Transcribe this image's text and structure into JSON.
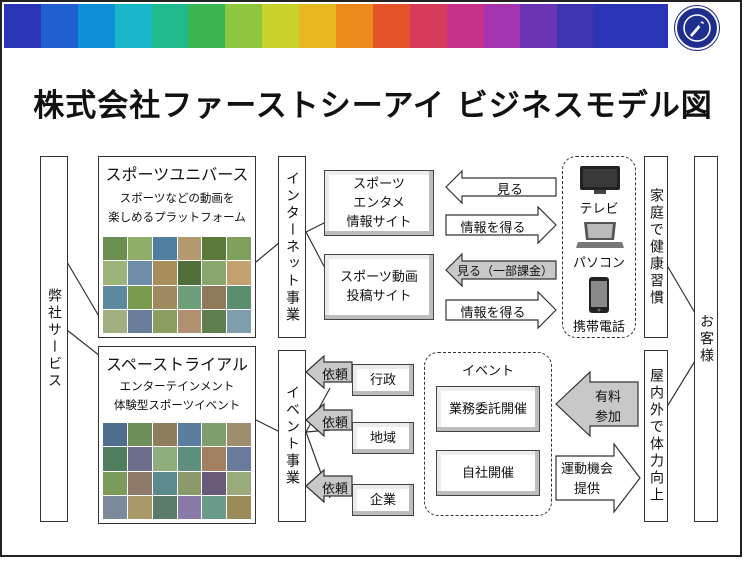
{
  "title": "株式会社ファーストシーアイ ビジネスモデル図",
  "colors": {
    "rainbow": [
      "#2a34b6",
      "#1f5fcf",
      "#0f8fd6",
      "#17b7c9",
      "#20b98c",
      "#3ab552",
      "#8dc63f",
      "#c9d22a",
      "#e7b81f",
      "#ec8a1c",
      "#e5532a",
      "#d63b5a",
      "#c8308a",
      "#a534b0",
      "#6b34b3",
      "#3d34b0",
      "#2a34b6",
      "#2a34b6"
    ],
    "brand": "#1e2e8c",
    "arrow_gray": "#c8c8c8"
  },
  "left_label": "弊社サービス",
  "right_label": "お客様",
  "sports_universe": {
    "title": "スポーツユニバース",
    "desc1": "スポーツなどの動画を",
    "desc2": "楽しめるプラットフォーム",
    "photo_colors": [
      "#6a8f4e",
      "#8fae6a",
      "#4e7f9e",
      "#b39a6e",
      "#5a7a3a",
      "#7fa05a",
      "#9cb37a",
      "#6e8ea8",
      "#a88e5a",
      "#4f6e3a",
      "#8aa86e",
      "#c2a070",
      "#5e8a9e",
      "#7a9a4e",
      "#9e8a5e",
      "#6e9e7a",
      "#8e7a5a",
      "#5a8e6e",
      "#a0b080",
      "#6a7e9a",
      "#8aa060",
      "#b09070",
      "#5e7e4e",
      "#7e9eae"
    ]
  },
  "space_trial": {
    "title": "スペーストライアル",
    "desc1": "エンターテインメント",
    "desc2": "体験型スポーツイベント",
    "photo_colors": [
      "#4e6e8e",
      "#6e8e5a",
      "#8e7e5e",
      "#5a7e9e",
      "#7e9e6e",
      "#9e8e6e",
      "#4e7e5e",
      "#6e6e8e",
      "#8eae7e",
      "#5e8e7e",
      "#a08060",
      "#6a7a9a",
      "#7a9a5a",
      "#907a6a",
      "#5a8a8a",
      "#8a9a6a",
      "#6a5a7a",
      "#9aaa7a",
      "#7a8a9a",
      "#aa9a6a",
      "#5a7a6a",
      "#8a7aaa",
      "#6a9a8a",
      "#9a8a5a"
    ]
  },
  "internet": "インターネット事業",
  "event_business": "イベント事業",
  "site1": {
    "l1": "スポーツ",
    "l2": "エンタメ",
    "l3": "情報サイト"
  },
  "site2": {
    "l1": "スポーツ動画",
    "l2": "投稿サイト"
  },
  "arrows": {
    "watch": "見る",
    "get_info_1": "情報を得る",
    "watch_partial": "見る（一部課金）",
    "get_info_2": "情報を得る",
    "request": "依頼",
    "paid1": "有料",
    "paid2": "参加",
    "provide1": "運動機会",
    "provide2": "提供"
  },
  "devices": {
    "tv": "テレビ",
    "pc": "パソコン",
    "phone": "携帯電話"
  },
  "home_health": "家庭で健康習慣",
  "indoor_outdoor": "屋内外で体力向上",
  "clients": {
    "gov": "行政",
    "region": "地域",
    "company": "企業"
  },
  "event_group": {
    "label": "イベント",
    "commissioned": "業務委託開催",
    "own": "自社開催"
  }
}
